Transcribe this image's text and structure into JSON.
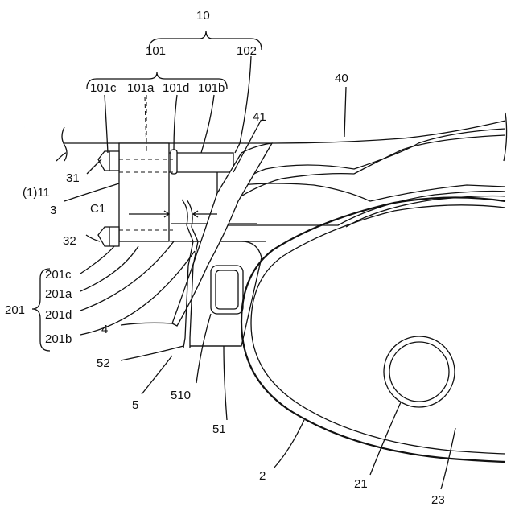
{
  "labels": {
    "l10": "10",
    "l101": "101",
    "l102": "102",
    "l101c": "101c",
    "l101a": "101a",
    "l101d": "101d",
    "l101b": "101b",
    "l40": "40",
    "l41": "41",
    "l11": "(1)11",
    "l31": "31",
    "l3": "3",
    "lC1": "C1",
    "l32": "32",
    "l201c": "201c",
    "l201a": "201a",
    "l201": "201",
    "l201d": "201d",
    "l201b": "201b",
    "l4": "4",
    "l52": "52",
    "l5": "5",
    "l510": "510",
    "l51": "51",
    "l21": "21",
    "l2": "2",
    "l23": "23"
  }
}
